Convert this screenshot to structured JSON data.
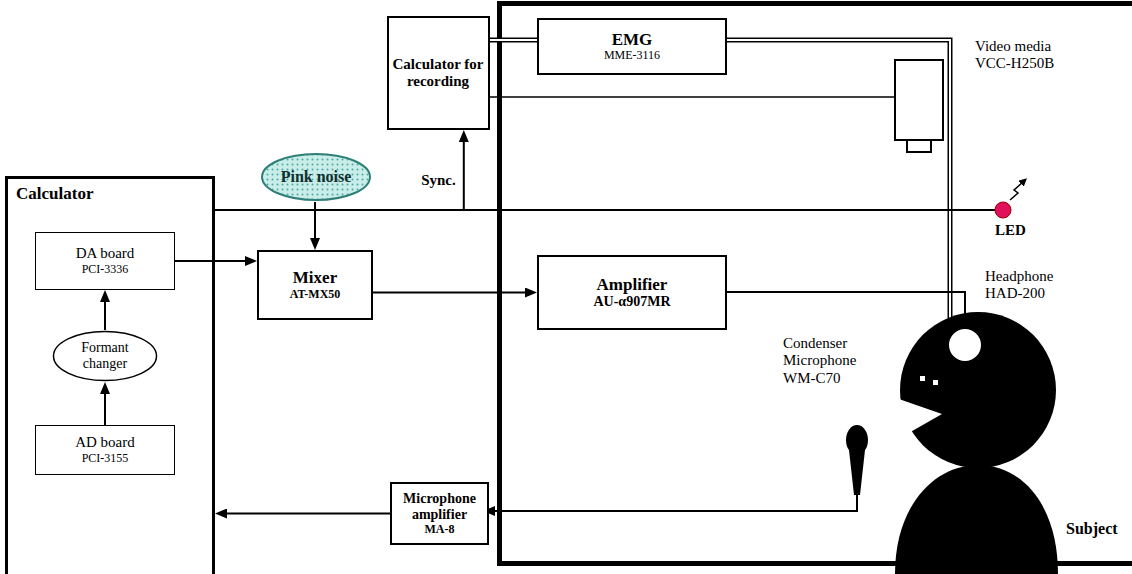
{
  "diagram": {
    "nodes": [
      {
        "text": [
          "Calculator"
        ]
      },
      {
        "text": [
          "DA board",
          "PCI-3336"
        ],
        "in": 0
      },
      {
        "text": [
          "Formant changer"
        ],
        "in": 0
      },
      {
        "text": [
          "AD board",
          "PCI-3155"
        ],
        "in": 0
      },
      {
        "text": [
          "Calculator for recording"
        ]
      },
      {
        "text": [
          "EMG",
          "MME-3116"
        ]
      },
      {
        "text": [
          "Pink noise"
        ]
      },
      {
        "text": [
          "Mixer",
          "AT-MX50"
        ]
      },
      {
        "text": [
          "Amplifier",
          "AU-α907MR"
        ]
      },
      {
        "text": [
          "Microphone amplifier",
          "MA-8"
        ]
      }
    ],
    "edges": [
      {
        "from": 2,
        "to": 1,
        "arrow": "to"
      },
      {
        "from": 3,
        "to": 2,
        "arrow": "to"
      },
      {
        "from": 1,
        "to": 7,
        "arrow": "to"
      },
      {
        "from": 6,
        "to": 7,
        "arrow": "to"
      },
      {
        "from": 7,
        "to": 8,
        "arrow": "to"
      },
      {
        "from": 0,
        "to": 4,
        "arrow": "to",
        "label": "Sync."
      },
      {
        "from": 4,
        "to": 5,
        "arrow": "none"
      },
      {
        "from": 9,
        "to": 0,
        "arrow": "to"
      }
    ],
    "labels": [
      "Video media VCC-H250B",
      "LED",
      "Headphone HAD-200",
      "Condenser Microphone WM-C70",
      "Subject"
    ]
  }
}
